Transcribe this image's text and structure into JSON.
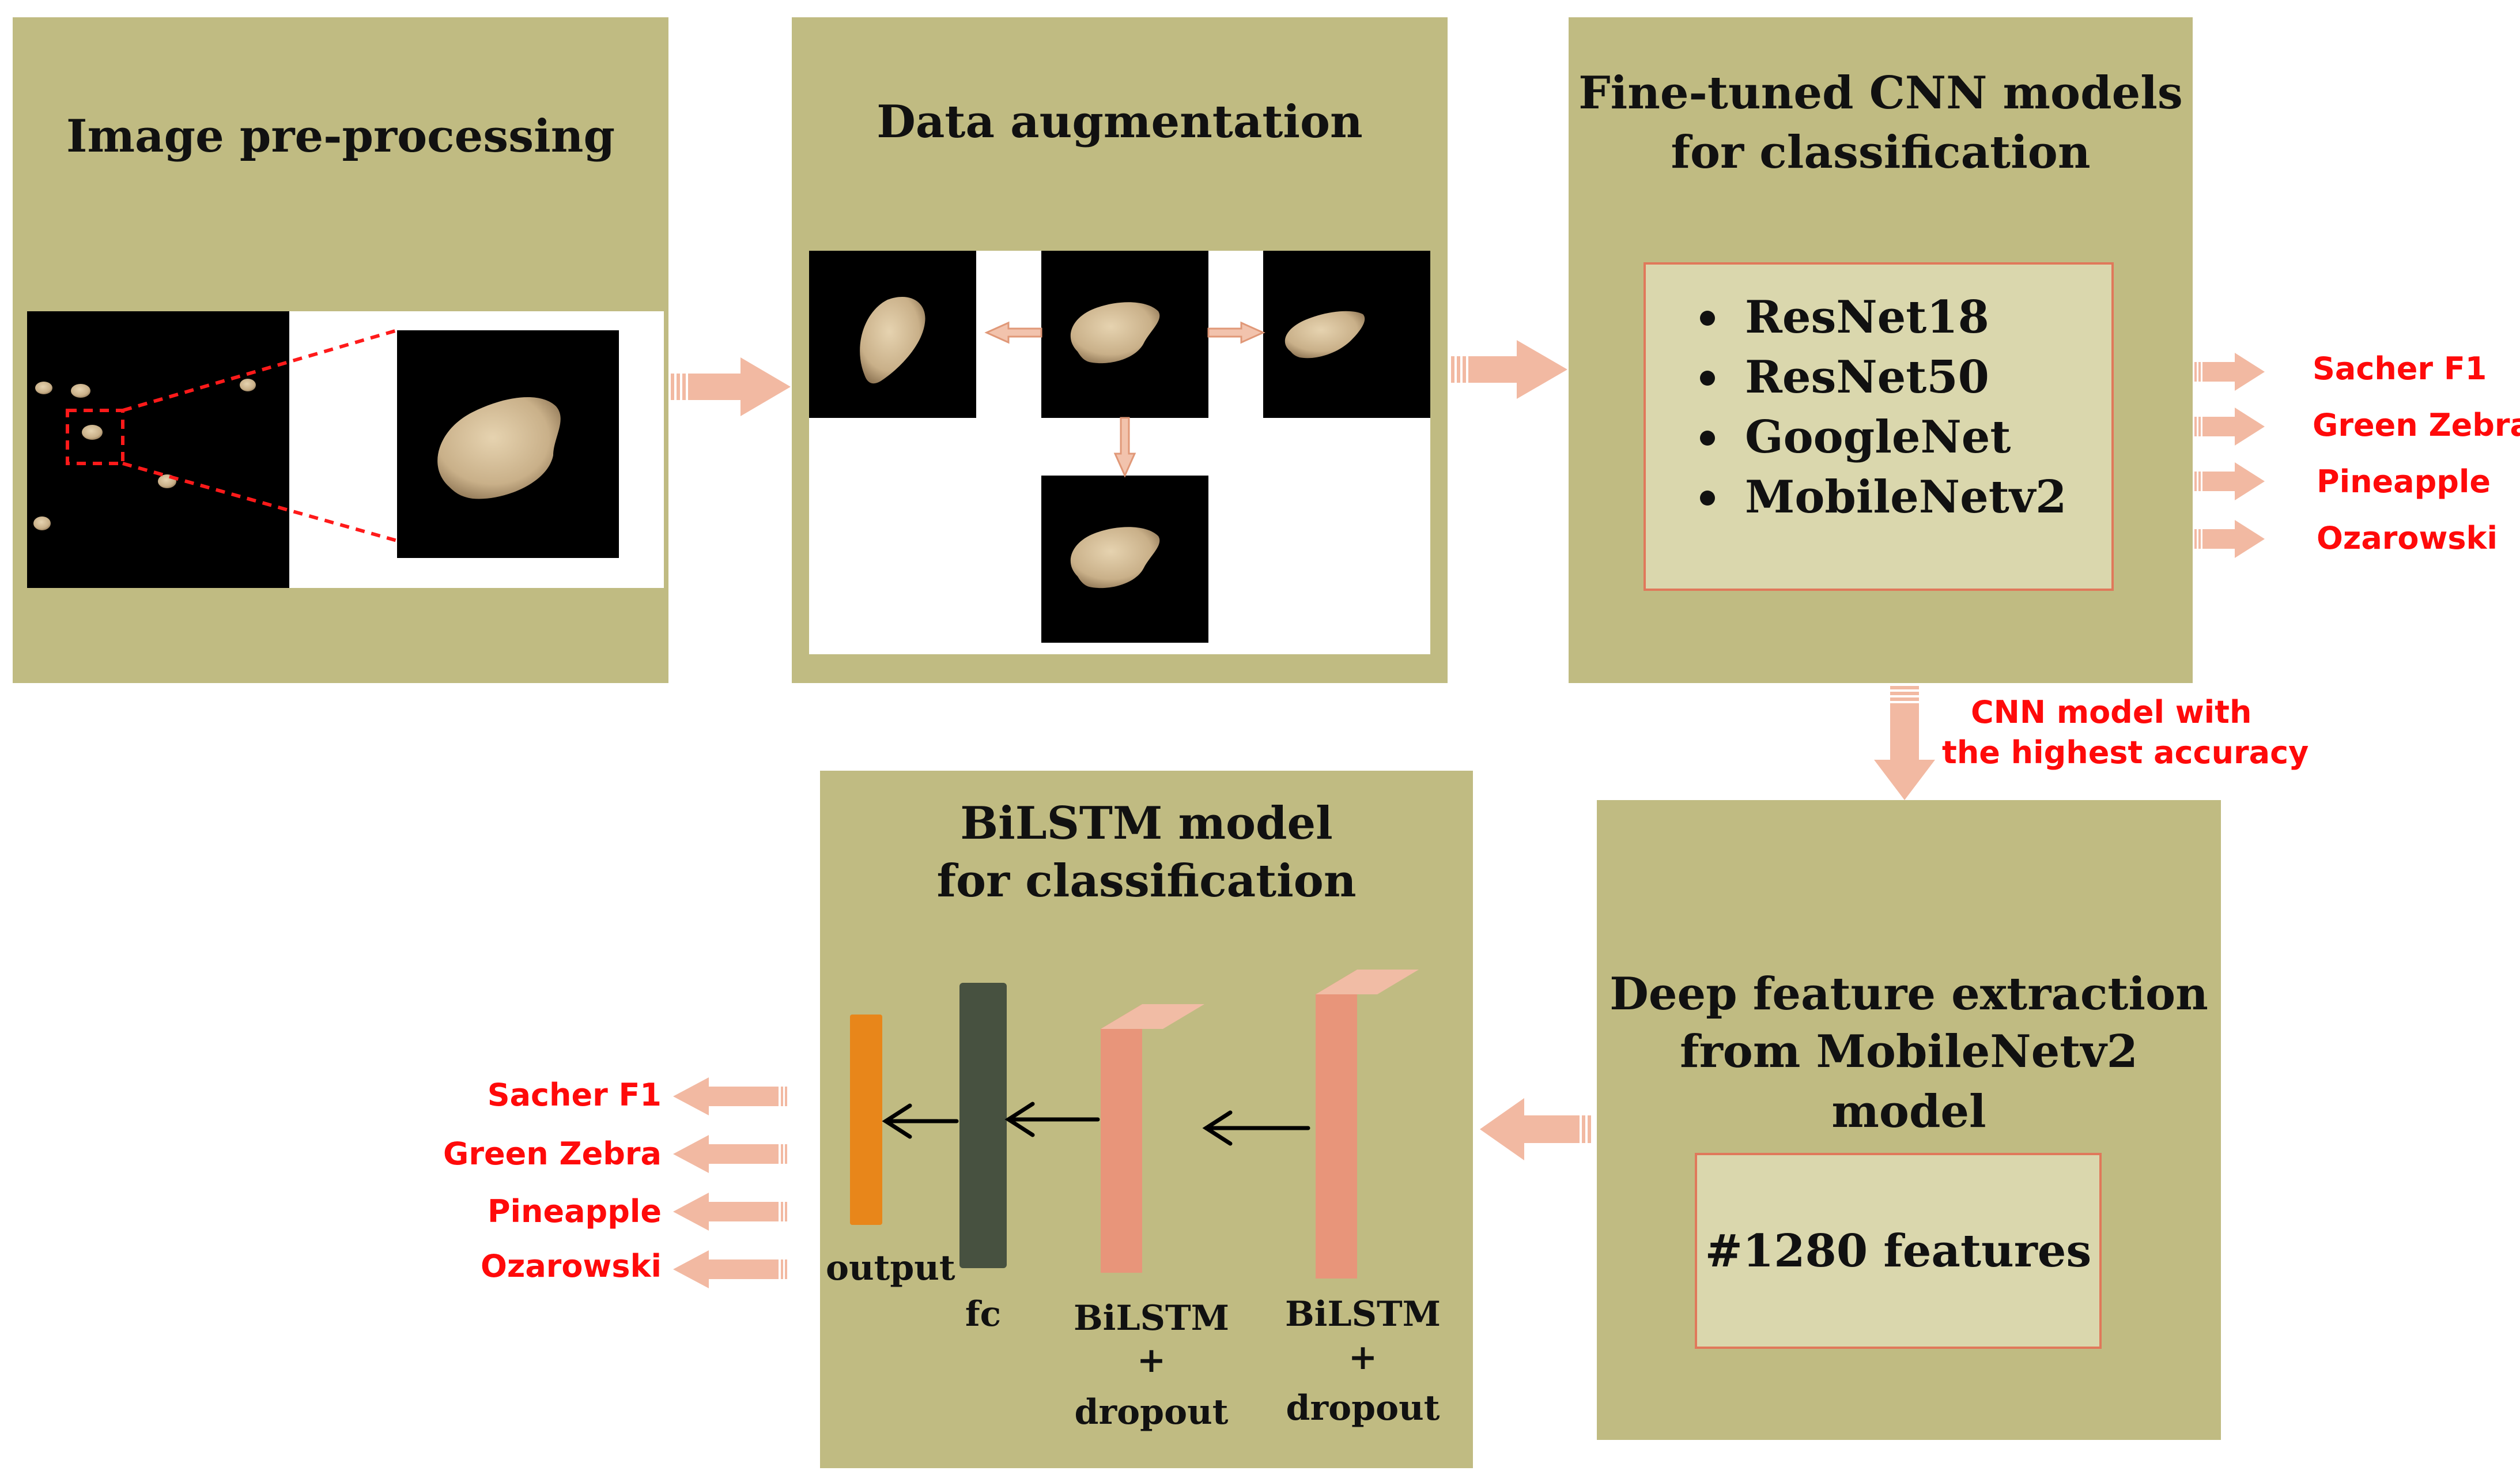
{
  "panels": {
    "preprocessing": {
      "title": "Image pre-processing"
    },
    "augmentation": {
      "title": "Data augmentation"
    },
    "cnn": {
      "title_line1": "Fine-tuned CNN models",
      "title_line2": "for classification",
      "models": [
        "ResNet18",
        "ResNet50",
        "GoogleNet",
        "MobileNetv2"
      ]
    },
    "deep_feature": {
      "title_line1": "Deep feature extraction",
      "title_line2": "from MobileNetv2 model",
      "features": "#1280 features"
    },
    "bilstm": {
      "title_line1": "BiLSTM model",
      "title_line2": "for classification",
      "layers": {
        "output": "output",
        "fc": "fc",
        "bilstm1_line1": "BiLSTM",
        "bilstm1_line2": "+",
        "bilstm1_line3": "dropout",
        "bilstm2_line1": "BiLSTM",
        "bilstm2_line2": "+",
        "bilstm2_line3": "dropout"
      }
    }
  },
  "cnn_selection_line1": "CNN model with",
  "cnn_selection_line2": "the highest accuracy",
  "classes": [
    "Sacher F1",
    "Green Zebra",
    "Pineapple",
    "Ozarowski"
  ],
  "colors": {
    "panel": "#c0bb82",
    "inner_box": "#dad7ad",
    "arrow": "#f2b9a2",
    "class_text": "#ff0a0a",
    "bilstm_front": "#e8957a",
    "bilstm_side": "#d8744f",
    "fc_layer": "#475140",
    "output_layer": "#e8861a"
  }
}
